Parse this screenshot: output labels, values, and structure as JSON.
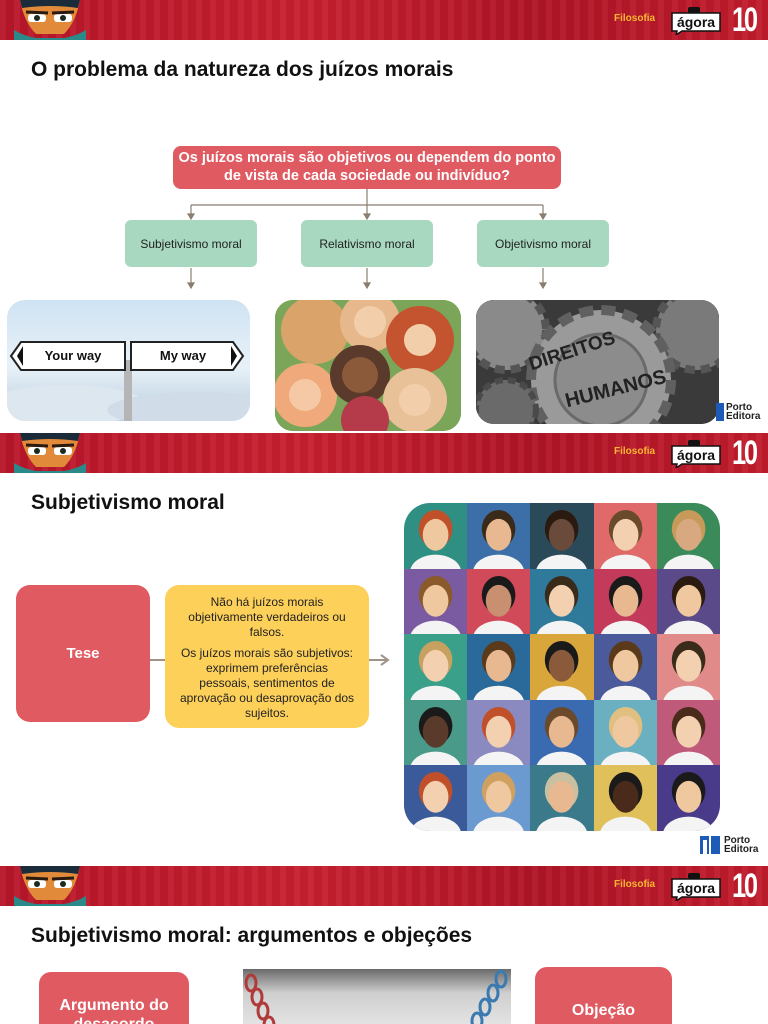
{
  "header": {
    "subject": "Filosofia",
    "brand": "ágora",
    "grade": "10"
  },
  "publisher": {
    "line1": "Porto",
    "line2": "Editora"
  },
  "slide1": {
    "title": "O problema da natureza dos juízos morais",
    "question": "Os juízos morais são objetivos ou dependem do ponto de vista de cada sociedade ou indivíduo?",
    "branches": [
      "Subjetivismo moral",
      "Relativismo moral",
      "Objetivismo moral"
    ],
    "sign_left": "Your way",
    "sign_right": "My way",
    "gear_line1": "DIREITOS",
    "gear_line2": "HUMANOS"
  },
  "slide2": {
    "title": "Subjetivismo moral",
    "thesis_label": "Tese",
    "thesis_p1": "Não há juízos morais objetivamente verdadeiros ou falsos.",
    "thesis_p2": "Os juízos morais são subjetivos: exprimem preferências pessoais, sentimentos de aprovação ou desaprovação dos sujeitos."
  },
  "slide3": {
    "title": "Subjetivismo moral: argumentos e objeções",
    "argument_label": "Argumento do desacordo",
    "objection_label": "Objeção"
  },
  "colors": {
    "header_red": "#c21c2c",
    "accent_red": "#e05a62",
    "green_box": "#a8d8bf",
    "yellow_box": "#fdd05a",
    "subject_orange": "#f7b733"
  }
}
